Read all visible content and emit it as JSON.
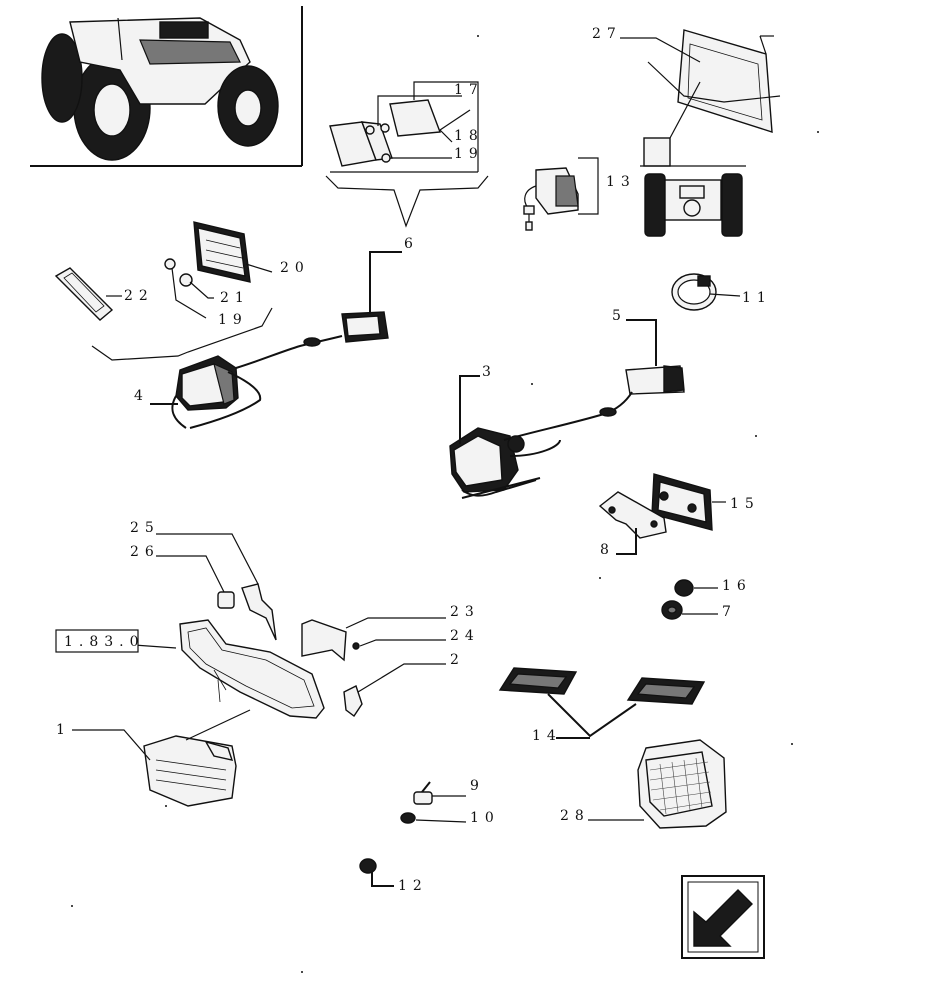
{
  "reference_label": "1.83.0",
  "part_numbers": [
    "27",
    "17",
    "18",
    "19",
    "13",
    "6",
    "20",
    "22",
    "21",
    "19",
    "11",
    "5",
    "4",
    "3",
    "15",
    "8",
    "25",
    "26",
    "16",
    "7",
    "23",
    "24",
    "2",
    "14",
    "1",
    "9",
    "10",
    "28",
    "12"
  ]
}
